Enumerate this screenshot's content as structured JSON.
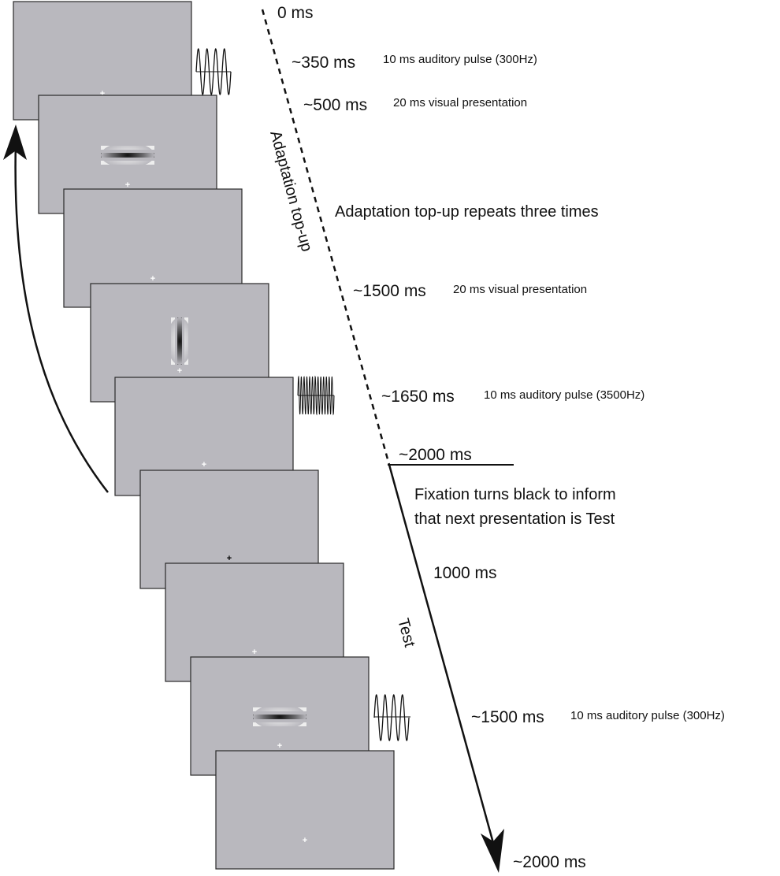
{
  "colors": {
    "screen_fill": "#b9b8be",
    "screen_border": "#2a2a2a",
    "fixation_white": "#ffffff",
    "fixation_black": "#000000",
    "line": "#111111",
    "text": "#111111"
  },
  "screens": [
    {
      "stimulus": "none",
      "fixation": "white",
      "tone": "low"
    },
    {
      "stimulus": "horizontal-gabor",
      "fixation": "white",
      "tone": "none"
    },
    {
      "stimulus": "none",
      "fixation": "white",
      "tone": "none"
    },
    {
      "stimulus": "vertical-gabor",
      "fixation": "white",
      "tone": "none"
    },
    {
      "stimulus": "none",
      "fixation": "white",
      "tone": "high"
    },
    {
      "stimulus": "none",
      "fixation": "black",
      "tone": "none"
    },
    {
      "stimulus": "none",
      "fixation": "white",
      "tone": "none"
    },
    {
      "stimulus": "horizontal-gabor",
      "fixation": "white",
      "tone": "low"
    },
    {
      "stimulus": "none",
      "fixation": "white",
      "tone": "none"
    }
  ],
  "timeline": [
    {
      "time": "0 ms",
      "desc": ""
    },
    {
      "time": "~350 ms",
      "desc": "10 ms auditory pulse (300Hz)"
    },
    {
      "time": "~500 ms",
      "desc": "20 ms visual presentation"
    },
    {
      "time": "~1500 ms",
      "desc": "20 ms visual presentation"
    },
    {
      "time": "~1650 ms",
      "desc": "10 ms auditory pulse (3500Hz)"
    },
    {
      "time": "~2000 ms",
      "desc": ""
    },
    {
      "time": "1000 ms",
      "desc": ""
    },
    {
      "time": "~1500 ms",
      "desc": "10 ms auditory pulse (300Hz)"
    },
    {
      "time": "~2000 ms",
      "desc": ""
    }
  ],
  "notes": {
    "repeat": "Adaptation top-up repeats three times",
    "fixation_line1": "Fixation turns black to inform",
    "fixation_line2": "that next presentation is Test"
  },
  "phases": {
    "adaptation": "Adaptation top-up",
    "test": "Test"
  }
}
